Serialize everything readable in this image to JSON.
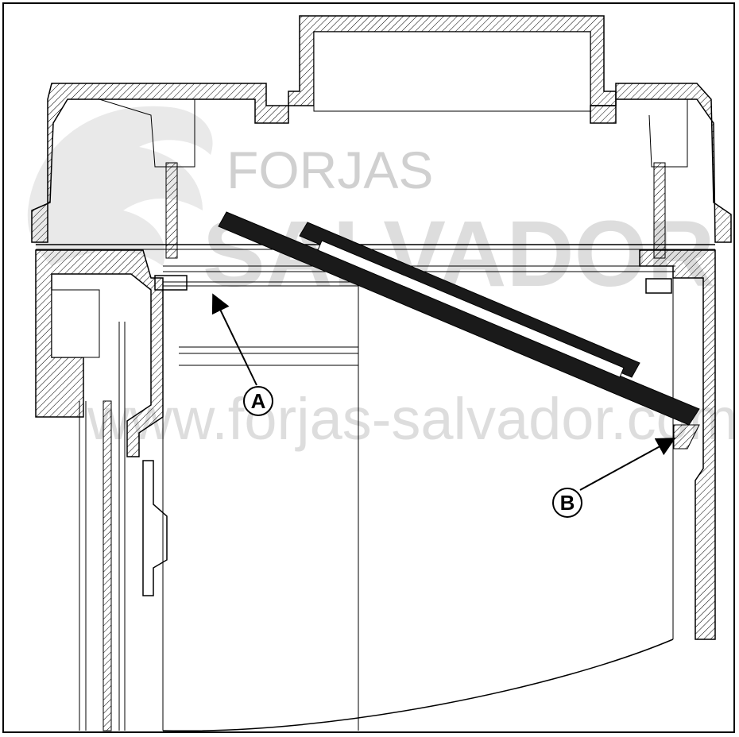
{
  "watermark": {
    "brand_top": "FORJAS",
    "brand_main": "SALVADOR",
    "url": "www.forjas-salvador.com",
    "color": "#d9d9d9"
  },
  "callouts": [
    {
      "id": "A",
      "label": "A"
    },
    {
      "id": "B",
      "label": "B"
    }
  ],
  "colors": {
    "line": "#000000",
    "hatch": "#000000",
    "lid": "#1a1a1a",
    "background": "#ffffff"
  }
}
